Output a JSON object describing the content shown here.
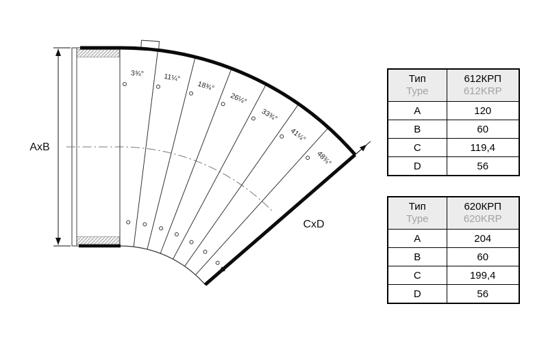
{
  "diagram": {
    "angle_labels": [
      "3¾°",
      "11¼°",
      "18¾°",
      "26¼°",
      "33¾°",
      "41¼°",
      "48¾°"
    ],
    "dim_vertical_label": "AxB",
    "dim_diagonal_label": "CxD"
  },
  "colors": {
    "outline": "#0a0a0a",
    "table_header_bg": "#ececec",
    "muted_text": "#a3a3a3"
  },
  "tables": [
    {
      "type_label_ru": "Тип",
      "type_label_en": "Type",
      "model_ru": "612КРП",
      "model_en": "612KRP",
      "rows": [
        {
          "param": "A",
          "value": "120"
        },
        {
          "param": "B",
          "value": "60"
        },
        {
          "param": "C",
          "value": "119,4"
        },
        {
          "param": "D",
          "value": "56"
        }
      ]
    },
    {
      "type_label_ru": "Тип",
      "type_label_en": "Type",
      "model_ru": "620КРП",
      "model_en": "620KRP",
      "rows": [
        {
          "param": "A",
          "value": "204"
        },
        {
          "param": "B",
          "value": "60"
        },
        {
          "param": "C",
          "value": "199,4"
        },
        {
          "param": "D",
          "value": "56"
        }
      ]
    }
  ]
}
